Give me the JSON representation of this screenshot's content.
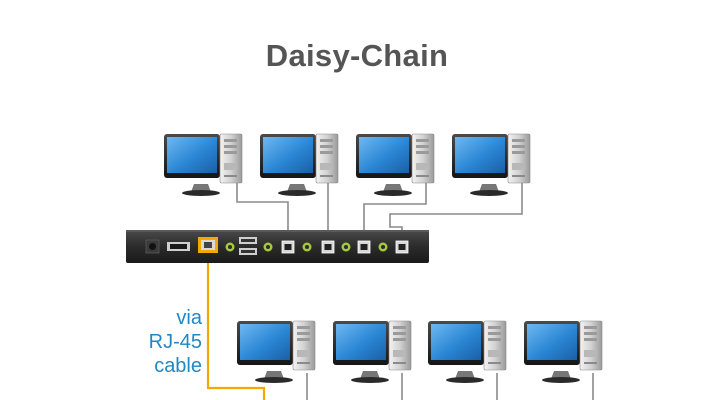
{
  "title": "Daisy-Chain",
  "cable_label": [
    "via",
    "RJ-45",
    "cable"
  ],
  "colors": {
    "title": "#555555",
    "label": "#1f88c6",
    "rj45_cable": "#f2a900",
    "usb_cable": "#8a8a8a",
    "switch_body": "#2b2b2b",
    "screen": "#2a86d4",
    "led": "#a6c83a"
  },
  "nodes": {
    "top_computers": 4,
    "bottom_computers": 4,
    "switch_usb_ports": 4
  }
}
